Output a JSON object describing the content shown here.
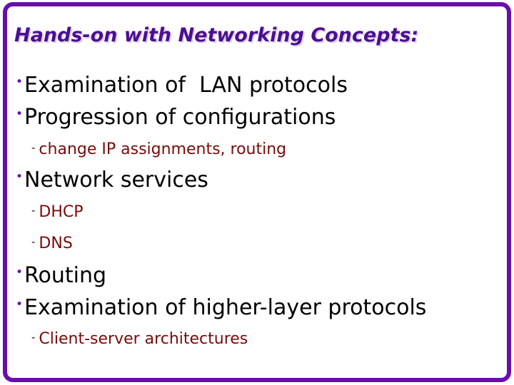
{
  "slide": {
    "title": "Hands-on with Networking Concepts:",
    "title_color": "#4b0f8f",
    "title_shadow_color": "#ded0ef",
    "border_color": "#6a0dad",
    "background_color": "#ffffff",
    "level1_text_color": "#000000",
    "level1_marker_color": "#6a0dad",
    "level2_text_color": "#7a0a0a",
    "level2_marker_color": "#2b0505",
    "level1_marker": "•",
    "level2_marker": "-",
    "bullets": [
      {
        "level": 1,
        "text": "Examination of  LAN protocols"
      },
      {
        "level": 1,
        "text": "Progression of configurations"
      },
      {
        "level": 2,
        "text": "change IP assignments, routing"
      },
      {
        "level": 1,
        "text": "Network services"
      },
      {
        "level": 2,
        "text": "DHCP"
      },
      {
        "level": 2,
        "text": "DNS"
      },
      {
        "level": 1,
        "text": "Routing"
      },
      {
        "level": 1,
        "text": "Examination of higher-layer protocols"
      },
      {
        "level": 2,
        "text": "Client-server architectures"
      }
    ]
  }
}
